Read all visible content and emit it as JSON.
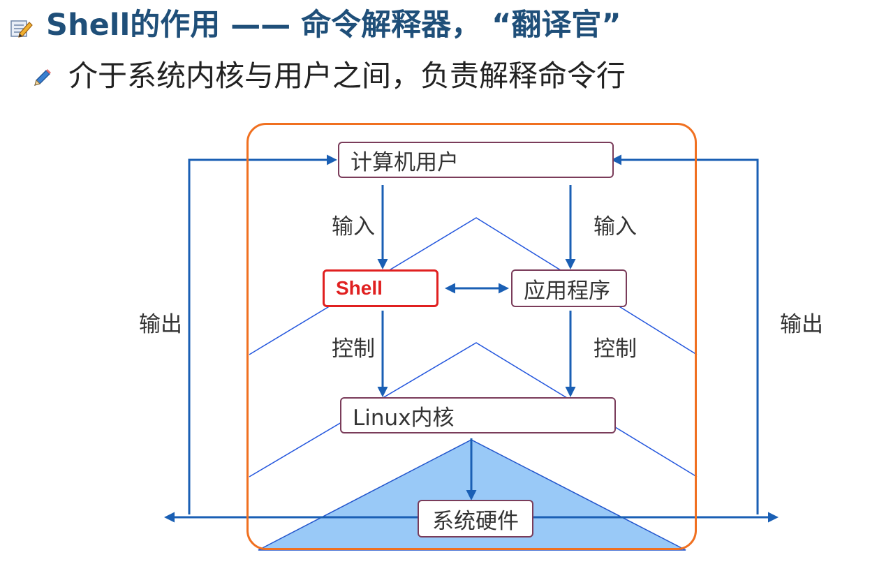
{
  "slide": {
    "title": "Shell的作用 —— 命令解释器，  “翻译官”",
    "subtitle": "介于系统内核与用户之间，负责解释命令行"
  },
  "diagram": {
    "nodes": {
      "user": "计算机用户",
      "shell": "Shell",
      "app": "应用程序",
      "kernel": "Linux内核",
      "hardware": "系统硬件"
    },
    "edge_labels": {
      "input_left": "输入",
      "input_right": "输入",
      "control_left": "控制",
      "control_right": "控制",
      "output_left": "输出",
      "output_right": "输出"
    }
  },
  "colors": {
    "title": "#1f4f79",
    "arrow": "#1a5fb4",
    "frame": "#f07020",
    "shell_border": "#e02020",
    "hardware_fill": "#99c9f7"
  }
}
